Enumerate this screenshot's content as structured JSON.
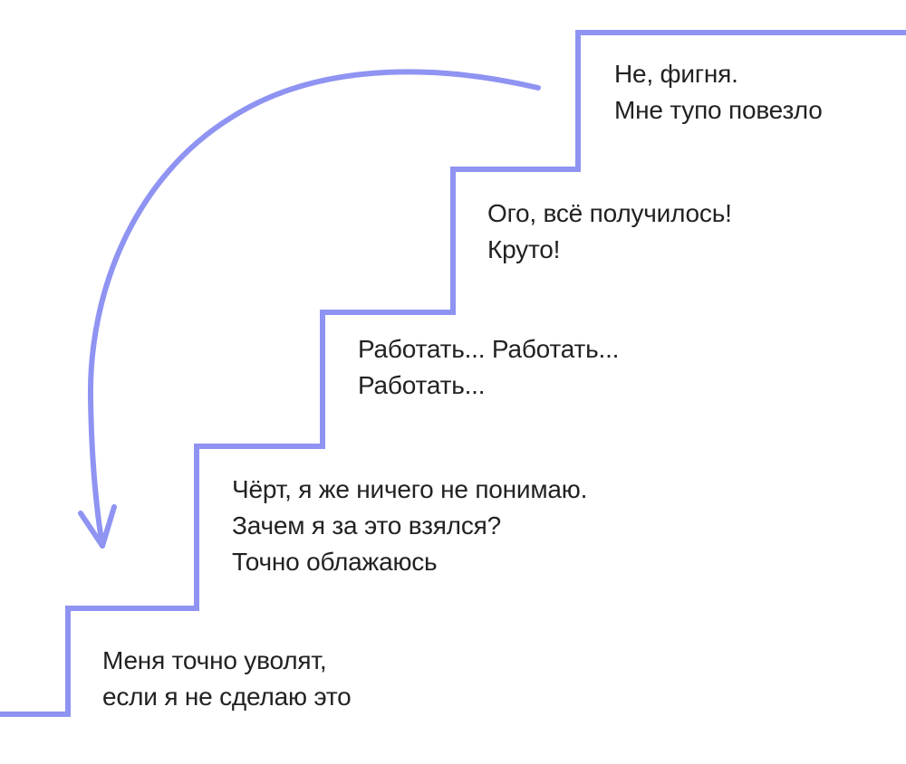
{
  "colors": {
    "stroke": "#8f93f2",
    "text": "#222222",
    "background": "#ffffff"
  },
  "steps": [
    {
      "lines": [
        "Меня точно уволят,",
        "если я не сделаю это"
      ]
    },
    {
      "lines": [
        "Чёрт, я же ничего не понимаю.",
        "Зачем я за это взялся?",
        "Точно облажаюсь"
      ]
    },
    {
      "lines": [
        "Работать... Работать...",
        "Работать..."
      ]
    },
    {
      "lines": [
        "Ого, всё получилось!",
        "Круто!"
      ]
    },
    {
      "lines": [
        "Не, фигня.",
        "Мне тупо повезло"
      ]
    }
  ]
}
